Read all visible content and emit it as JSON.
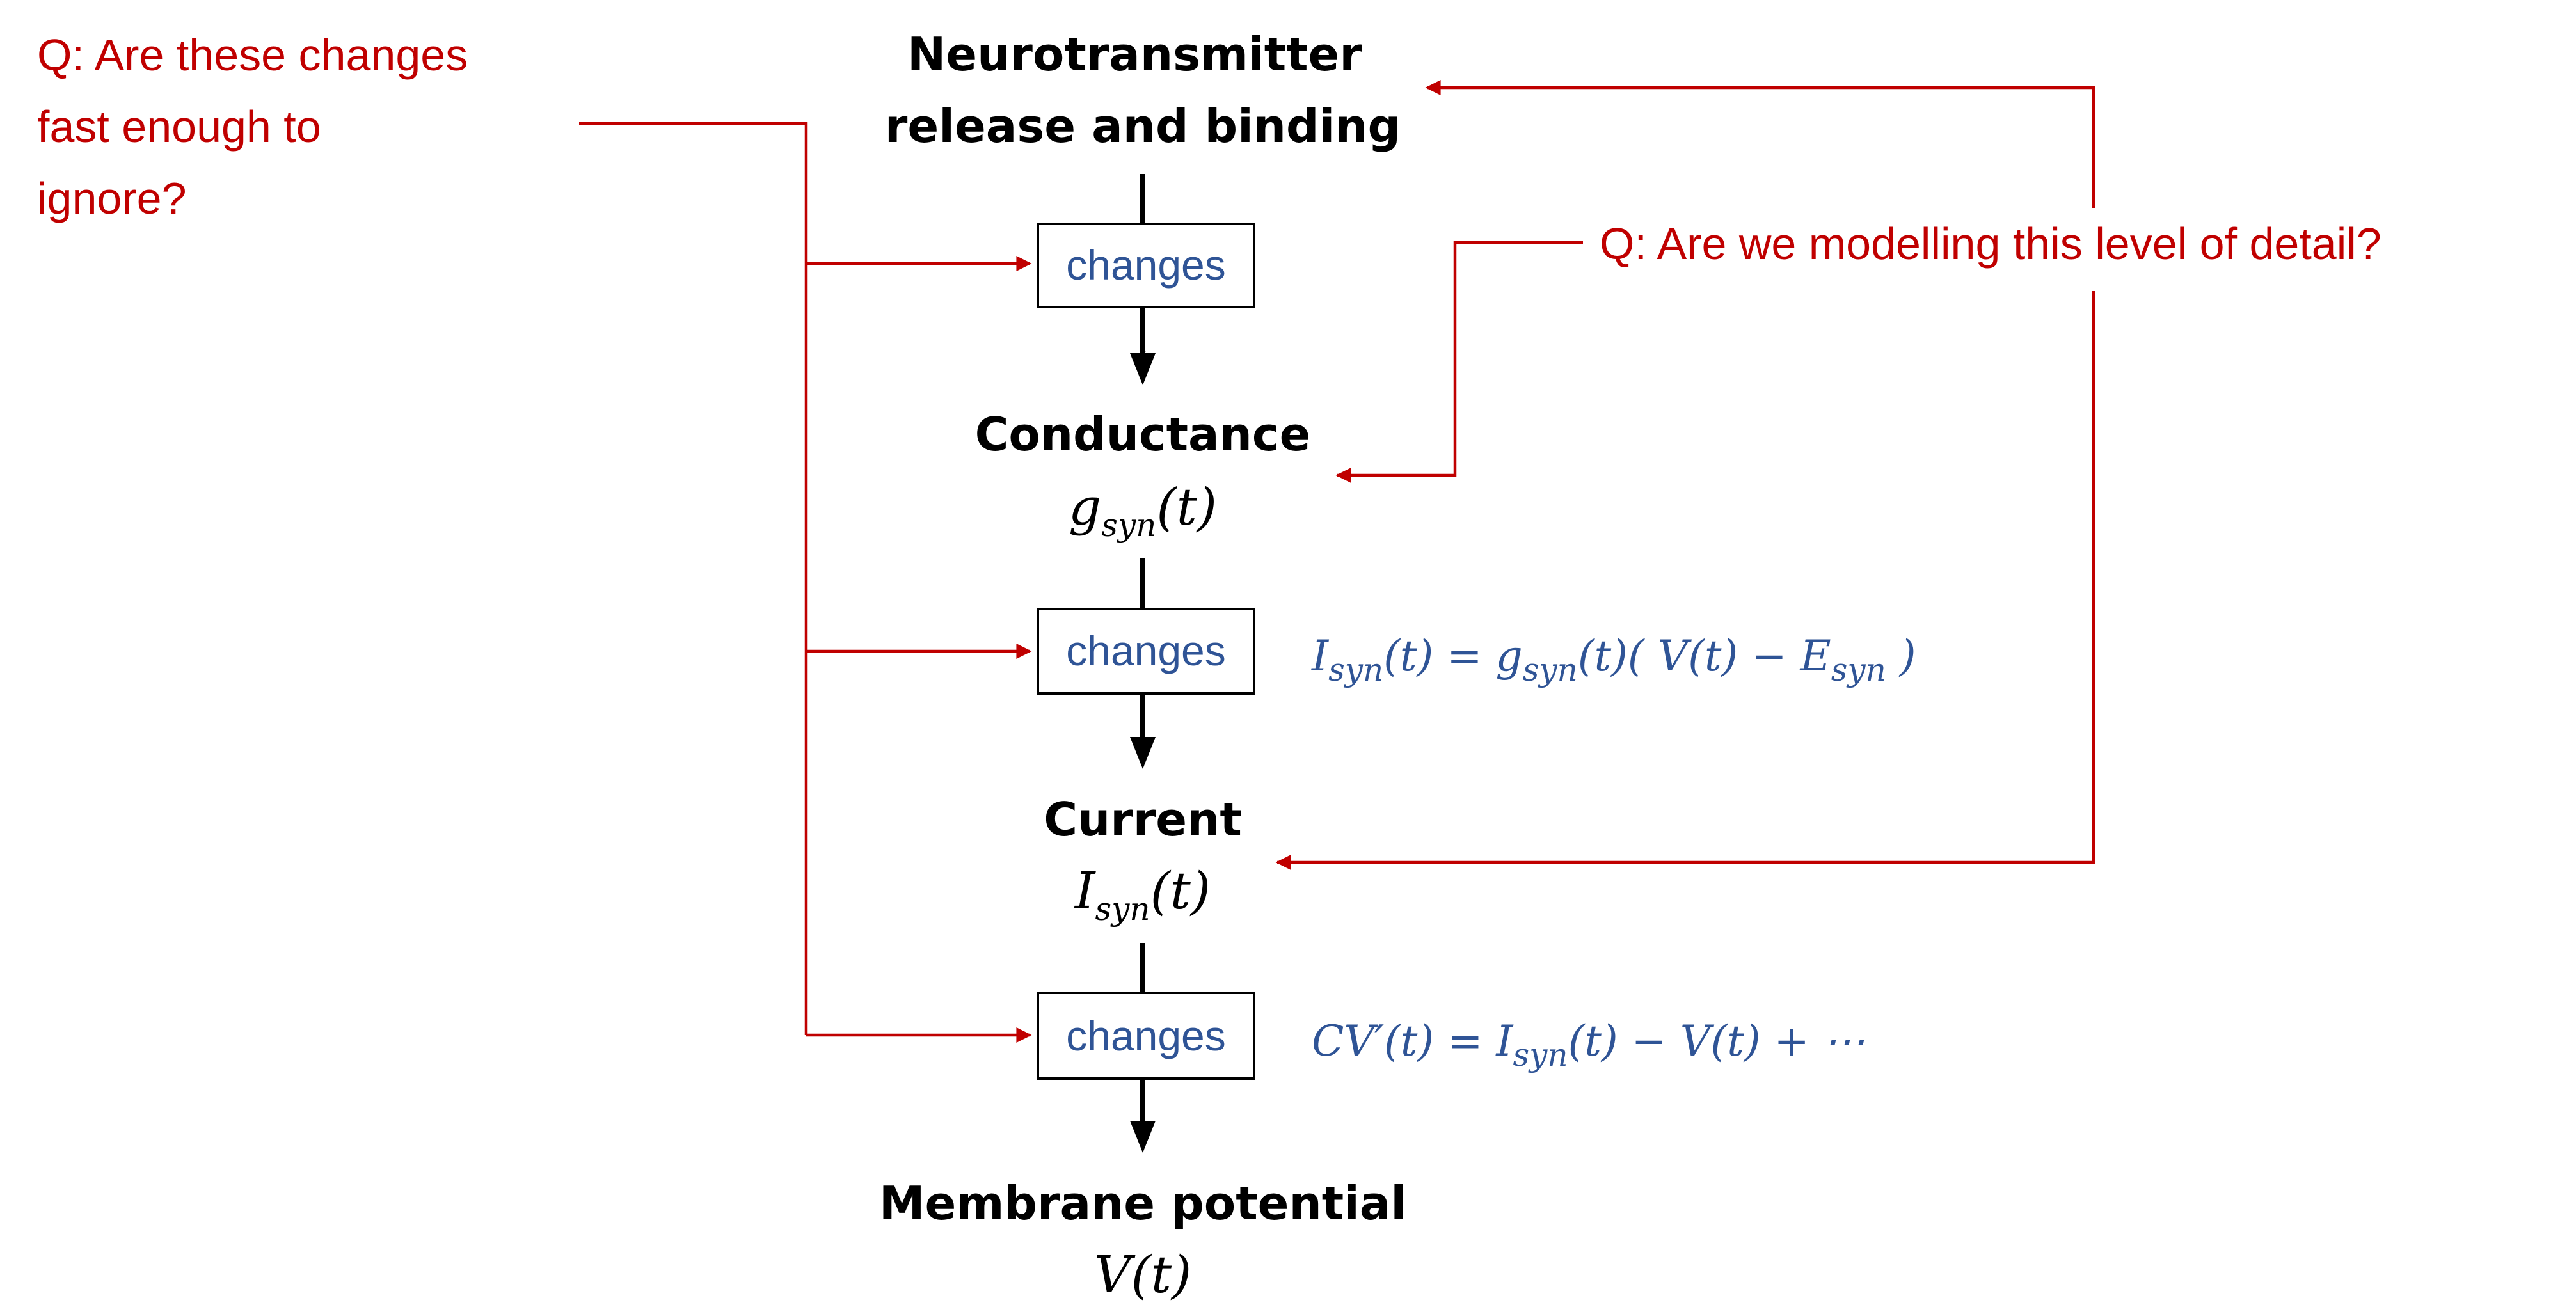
{
  "questions": {
    "fast_enough": [
      "Q: Are these changes",
      "fast enough to",
      "ignore?"
    ],
    "detail_level": "Q: Are we modelling this level of detail?"
  },
  "nodes": {
    "neurotransmitter": [
      "Neurotransmitter",
      "release and binding"
    ],
    "conductance": {
      "label": "Conductance",
      "symbol": "g",
      "sub": "syn",
      "arg": "(t)"
    },
    "current": {
      "label": "Current",
      "symbol": "I",
      "sub": "syn",
      "arg": "(t)"
    },
    "membrane": {
      "label": "Membrane potential",
      "expr": "V(t)"
    }
  },
  "change_boxes": [
    "changes",
    "changes",
    "changes"
  ],
  "equations": {
    "current_eq": [
      "I",
      "syn",
      "(t) = g",
      "syn",
      "(t)( V(t) − E",
      "syn",
      " )"
    ],
    "membrane_eq": [
      "CV′(t) = I",
      "syn",
      "(t) − V(t) + ⋯"
    ]
  },
  "colors": {
    "question": "#C00000",
    "box_text": "#2F5496",
    "arrow": "#000000"
  }
}
